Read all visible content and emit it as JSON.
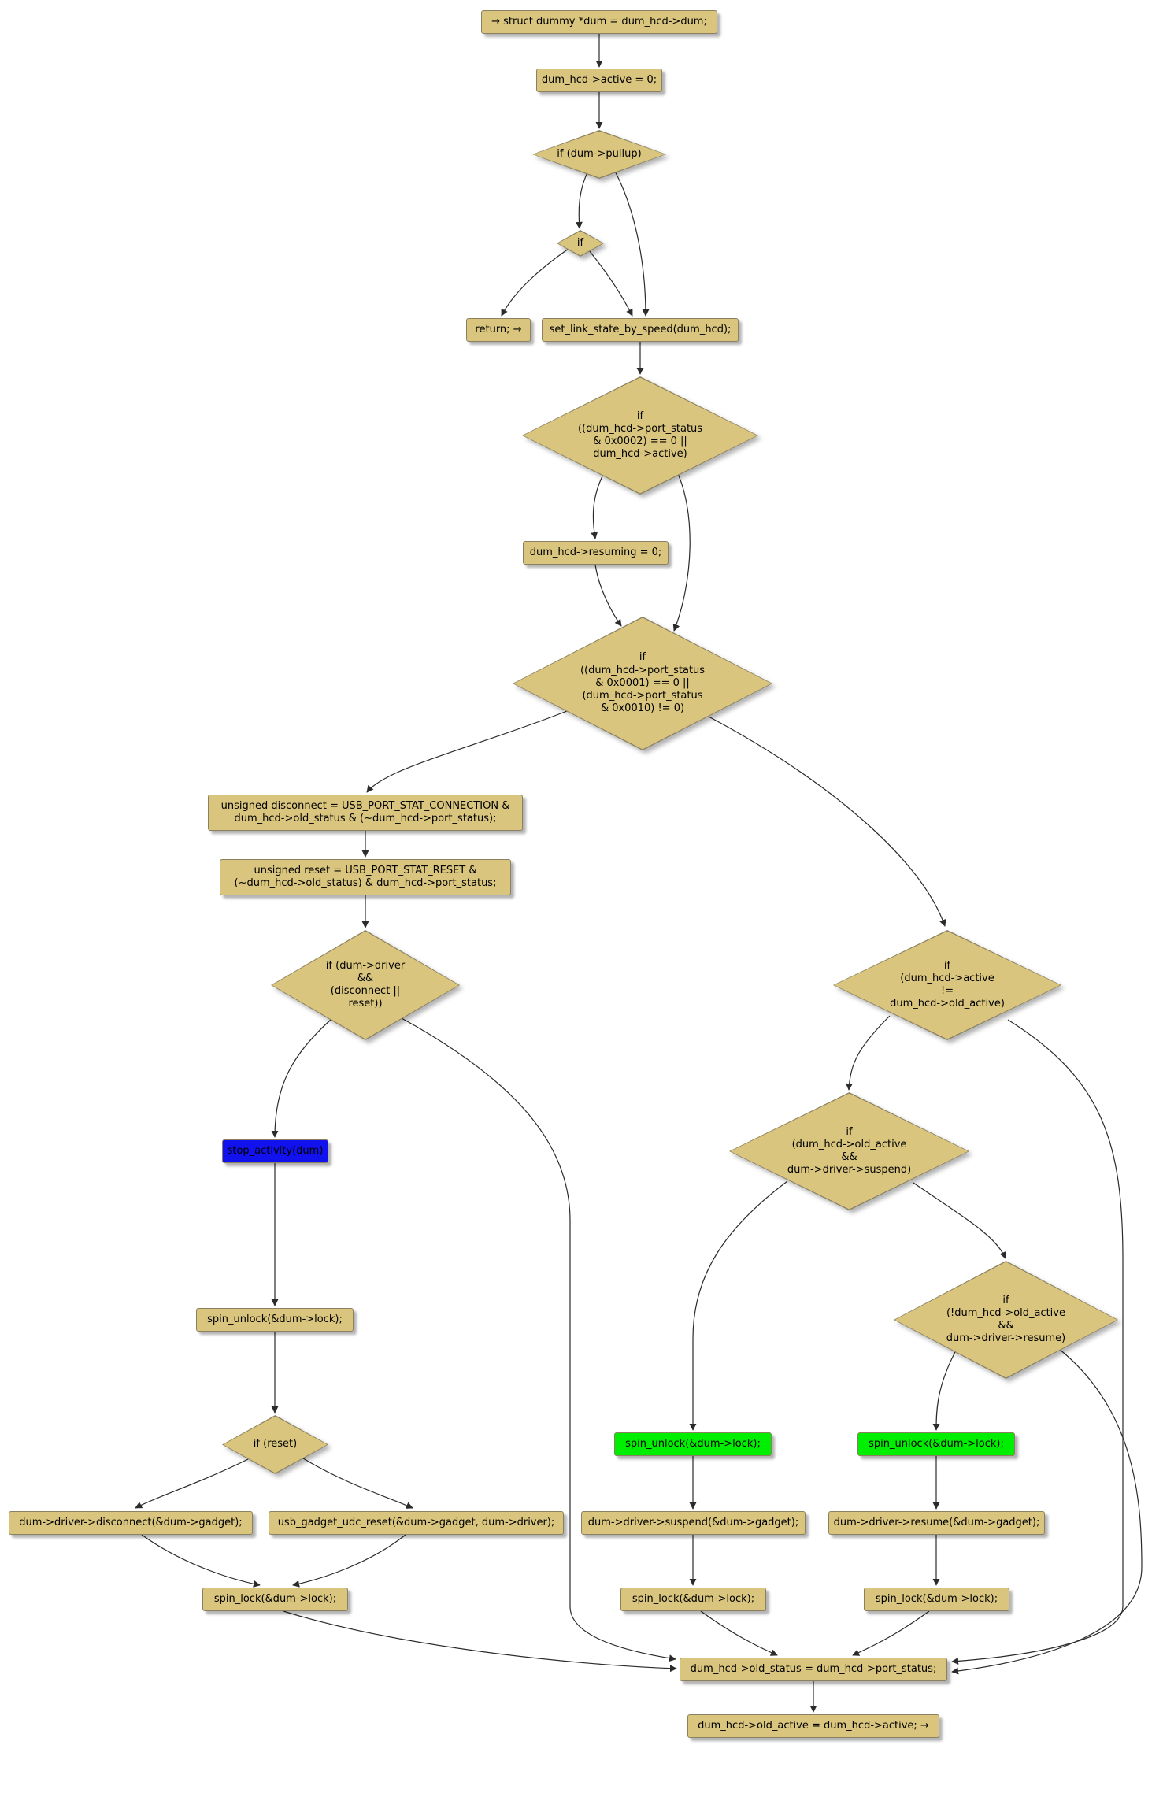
{
  "diagram": {
    "colors": {
      "node_fill": "#d9c57d",
      "node_border": "#8b8160",
      "highlight_green": "#00ee00",
      "highlight_blue": "#1212ee",
      "edge": "#2b2b2b"
    },
    "nodes": [
      {
        "id": "entry",
        "shape": "box",
        "label": "→ struct dummy *dum = dum_hcd->dum;"
      },
      {
        "id": "set-active",
        "shape": "box",
        "label": "dum_hcd->active = 0;"
      },
      {
        "id": "if-pullup",
        "shape": "diamond",
        "label": "if (dum->pullup)"
      },
      {
        "id": "if-small",
        "shape": "diamond",
        "label": "if"
      },
      {
        "id": "return",
        "shape": "box",
        "label": "return; →"
      },
      {
        "id": "set-link-state",
        "shape": "box",
        "label": "set_link_state_by_speed(dum_hcd);"
      },
      {
        "id": "if-port-0002",
        "shape": "diamond",
        "label": "if\n((dum_hcd->port_status\n& 0x0002) == 0 ||\ndum_hcd->active)"
      },
      {
        "id": "resuming",
        "shape": "box",
        "label": "dum_hcd->resuming = 0;"
      },
      {
        "id": "if-port-0001",
        "shape": "diamond",
        "label": "if\n((dum_hcd->port_status\n& 0x0001) == 0 ||\n(dum_hcd->port_status\n& 0x0010) != 0)"
      },
      {
        "id": "unsigned-disconnect",
        "shape": "box",
        "label": "unsigned disconnect = USB_PORT_STAT_CONNECTION &\ndum_hcd->old_status & (~dum_hcd->port_status);"
      },
      {
        "id": "unsigned-reset",
        "shape": "box",
        "label": "unsigned reset = USB_PORT_STAT_RESET &\n(~dum_hcd->old_status) & dum_hcd->port_status;"
      },
      {
        "id": "if-driver",
        "shape": "diamond",
        "label": "if (dum->driver\n&&\n(disconnect ||\nreset))"
      },
      {
        "id": "stop-activity",
        "shape": "box",
        "label": "stop_activity(dum)"
      },
      {
        "id": "spin-unlock-left",
        "shape": "box",
        "label": "spin_unlock(&dum->lock);"
      },
      {
        "id": "if-reset",
        "shape": "diamond",
        "label": "if (reset)"
      },
      {
        "id": "driver-disconnect",
        "shape": "box",
        "label": "dum->driver->disconnect(&dum->gadget);"
      },
      {
        "id": "udc-reset",
        "shape": "box",
        "label": "usb_gadget_udc_reset(&dum->gadget, dum->driver);"
      },
      {
        "id": "spin-lock-left",
        "shape": "box",
        "label": "spin_lock(&dum->lock);"
      },
      {
        "id": "if-active-changed",
        "shape": "diamond",
        "label": "if\n(dum_hcd->active\n!=\ndum_hcd->old_active)"
      },
      {
        "id": "if-old-active-suspend",
        "shape": "diamond",
        "label": "if\n(dum_hcd->old_active\n&&\ndum->driver->suspend)"
      },
      {
        "id": "if-not-old-active-resume",
        "shape": "diamond",
        "label": "if\n(!dum_hcd->old_active\n&&\ndum->driver->resume)"
      },
      {
        "id": "spin-unlock-suspend",
        "shape": "box",
        "label": "spin_unlock(&dum->lock);"
      },
      {
        "id": "spin-unlock-resume",
        "shape": "box",
        "label": "spin_unlock(&dum->lock);"
      },
      {
        "id": "driver-suspend",
        "shape": "box",
        "label": "dum->driver->suspend(&dum->gadget);"
      },
      {
        "id": "driver-resume",
        "shape": "box",
        "label": "dum->driver->resume(&dum->gadget);"
      },
      {
        "id": "spin-lock-suspend",
        "shape": "box",
        "label": "spin_lock(&dum->lock);"
      },
      {
        "id": "spin-lock-resume",
        "shape": "box",
        "label": "spin_lock(&dum->lock);"
      },
      {
        "id": "old-status-assign",
        "shape": "box",
        "label": "dum_hcd->old_status = dum_hcd->port_status;"
      },
      {
        "id": "old-active-assign",
        "shape": "box",
        "label": "dum_hcd->old_active = dum_hcd->active; →"
      }
    ],
    "edges": [
      {
        "from": "entry",
        "to": "set-active"
      },
      {
        "from": "set-active",
        "to": "if-pullup"
      },
      {
        "from": "if-pullup",
        "to": "if-small"
      },
      {
        "from": "if-pullup",
        "to": "set-link-state"
      },
      {
        "from": "if-small",
        "to": "return"
      },
      {
        "from": "if-small",
        "to": "set-link-state"
      },
      {
        "from": "set-link-state",
        "to": "if-port-0002"
      },
      {
        "from": "if-port-0002",
        "to": "resuming"
      },
      {
        "from": "if-port-0002",
        "to": "if-port-0001"
      },
      {
        "from": "resuming",
        "to": "if-port-0001"
      },
      {
        "from": "if-port-0001",
        "to": "unsigned-disconnect"
      },
      {
        "from": "if-port-0001",
        "to": "if-active-changed"
      },
      {
        "from": "unsigned-disconnect",
        "to": "unsigned-reset"
      },
      {
        "from": "unsigned-reset",
        "to": "if-driver"
      },
      {
        "from": "if-driver",
        "to": "stop-activity"
      },
      {
        "from": "if-driver",
        "to": "old-status-assign"
      },
      {
        "from": "stop-activity",
        "to": "spin-unlock-left"
      },
      {
        "from": "spin-unlock-left",
        "to": "if-reset"
      },
      {
        "from": "if-reset",
        "to": "driver-disconnect"
      },
      {
        "from": "if-reset",
        "to": "udc-reset"
      },
      {
        "from": "driver-disconnect",
        "to": "spin-lock-left"
      },
      {
        "from": "udc-reset",
        "to": "spin-lock-left"
      },
      {
        "from": "spin-lock-left",
        "to": "old-status-assign"
      },
      {
        "from": "if-active-changed",
        "to": "if-old-active-suspend"
      },
      {
        "from": "if-active-changed",
        "to": "old-status-assign"
      },
      {
        "from": "if-old-active-suspend",
        "to": "spin-unlock-suspend"
      },
      {
        "from": "if-old-active-suspend",
        "to": "if-not-old-active-resume"
      },
      {
        "from": "if-not-old-active-resume",
        "to": "spin-unlock-resume"
      },
      {
        "from": "if-not-old-active-resume",
        "to": "old-status-assign"
      },
      {
        "from": "spin-unlock-suspend",
        "to": "driver-suspend"
      },
      {
        "from": "driver-suspend",
        "to": "spin-lock-suspend"
      },
      {
        "from": "spin-lock-suspend",
        "to": "old-status-assign"
      },
      {
        "from": "spin-unlock-resume",
        "to": "driver-resume"
      },
      {
        "from": "driver-resume",
        "to": "spin-lock-resume"
      },
      {
        "from": "spin-lock-resume",
        "to": "old-status-assign"
      },
      {
        "from": "old-status-assign",
        "to": "old-active-assign"
      }
    ]
  }
}
